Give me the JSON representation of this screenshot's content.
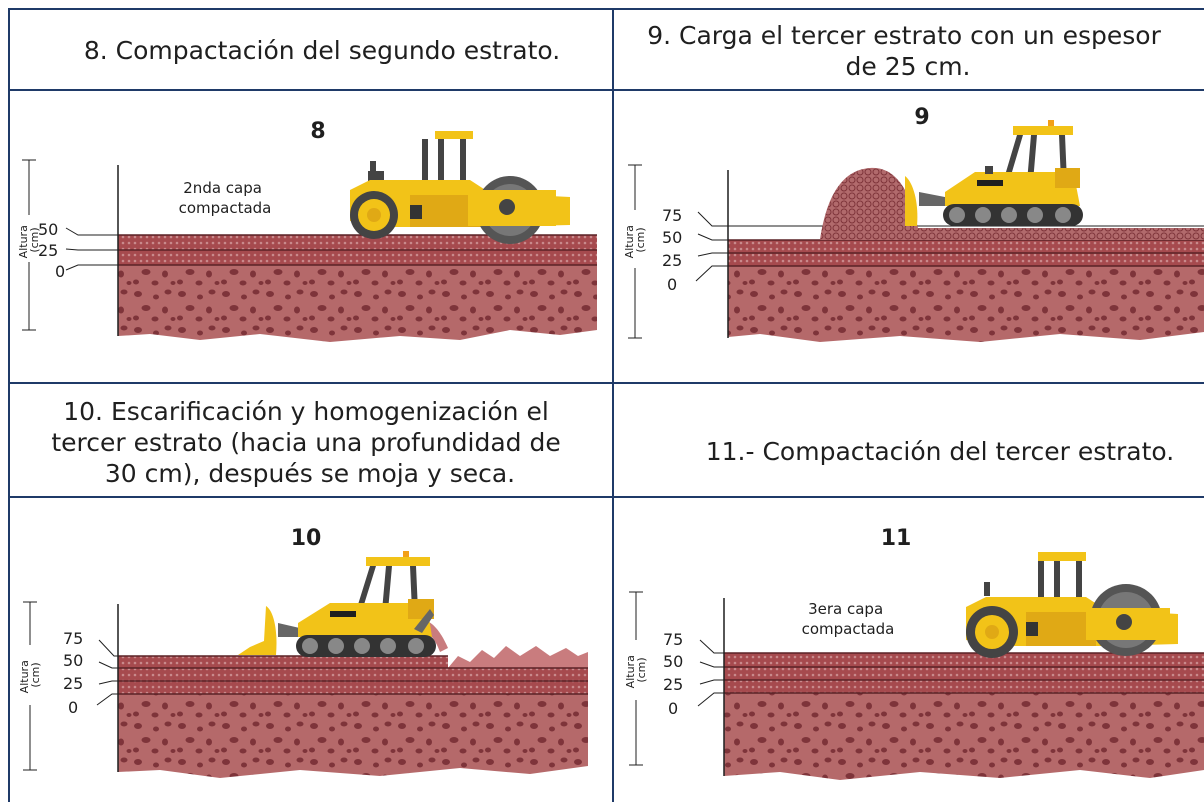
{
  "colors": {
    "grid": "#1f3a68",
    "soil": "#b5696a",
    "soil_dark": "#8a3f43",
    "layer": "#a64a4e",
    "machine": "#f2c318",
    "machine_dark": "#c9961a",
    "track": "#333333"
  },
  "headers": [
    {
      "lines": [
        "8. Compactación del segundo estrato."
      ]
    },
    {
      "lines": [
        "9. Carga el tercer estrato con un espesor",
        "de 25 cm."
      ]
    },
    {
      "lines": [
        "10. Escarificación y homogenización el",
        "tercer estrato (hacia una profundidad de",
        "30 cm), después se moja y seca."
      ]
    },
    {
      "lines": [
        "11.- Compactación del tercer estrato."
      ]
    }
  ],
  "panels": [
    {
      "number": "8",
      "axis_label": [
        "Altura",
        "(cm)"
      ],
      "ticks": [
        "50",
        "25",
        "0"
      ],
      "note": [
        "2nda capa",
        "compactada"
      ],
      "machine": "roller-icon"
    },
    {
      "number": "9",
      "axis_label": [
        "Altura",
        "(cm)"
      ],
      "ticks": [
        "75",
        "50",
        "25",
        "0"
      ],
      "note": [],
      "machine": "bulldozer-icon"
    },
    {
      "number": "10",
      "axis_label": [
        "Altura",
        "(cm)"
      ],
      "ticks": [
        "75",
        "50",
        "25",
        "0"
      ],
      "note": [],
      "machine": "bulldozer-icon"
    },
    {
      "number": "11",
      "axis_label": [
        "Altura",
        "(cm)"
      ],
      "ticks": [
        "75",
        "50",
        "25",
        "0"
      ],
      "note": [
        "3era capa",
        "compactada"
      ],
      "machine": "roller-icon"
    }
  ]
}
